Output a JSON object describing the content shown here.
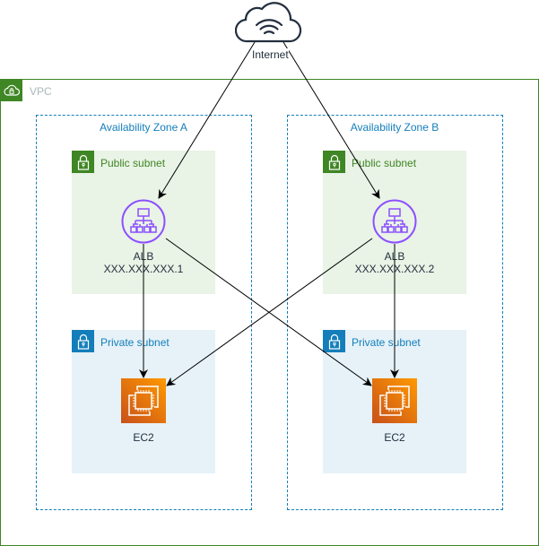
{
  "internet": {
    "label": "Internet",
    "icon": "internet-cloud-icon"
  },
  "vpc": {
    "label": "VPC",
    "icon": "vpc-cloud-lock-icon",
    "border_color": "#3f8624"
  },
  "zones": [
    {
      "label": "Availability Zone A",
      "public_subnet": {
        "label": "Public subnet",
        "icon": "lock-icon",
        "color": "#3f8624"
      },
      "private_subnet": {
        "label": "Private subnet",
        "icon": "lock-icon",
        "color": "#147eba"
      },
      "alb": {
        "name": "ALB",
        "ip": "XXX.XXX.XXX.1"
      },
      "ec2": {
        "name": "EC2"
      }
    },
    {
      "label": "Availability Zone B",
      "public_subnet": {
        "label": "Public subnet",
        "icon": "lock-icon",
        "color": "#3f8624"
      },
      "private_subnet": {
        "label": "Private subnet",
        "icon": "lock-icon",
        "color": "#147eba"
      },
      "alb": {
        "name": "ALB",
        "ip": "XXX.XXX.XXX.2"
      },
      "ec2": {
        "name": "EC2"
      }
    }
  ],
  "connections": [
    {
      "from": "Internet",
      "to": "ALB XXX.XXX.XXX.1"
    },
    {
      "from": "Internet",
      "to": "ALB XXX.XXX.XXX.2"
    },
    {
      "from": "ALB XXX.XXX.XXX.1",
      "to": "EC2 (Zone A)"
    },
    {
      "from": "ALB XXX.XXX.XXX.1",
      "to": "EC2 (Zone B)"
    },
    {
      "from": "ALB XXX.XXX.XXX.2",
      "to": "EC2 (Zone A)"
    },
    {
      "from": "ALB XXX.XXX.XXX.2",
      "to": "EC2 (Zone B)"
    }
  ],
  "colors": {
    "vpc": "#3f8624",
    "zone": "#147eba",
    "public_subnet_bg": "#e9f3e6",
    "private_subnet_bg": "#e6f2f8",
    "alb": "#8c4fff",
    "ec2_top": "#ff9900",
    "ec2_bottom": "#c8511b"
  }
}
